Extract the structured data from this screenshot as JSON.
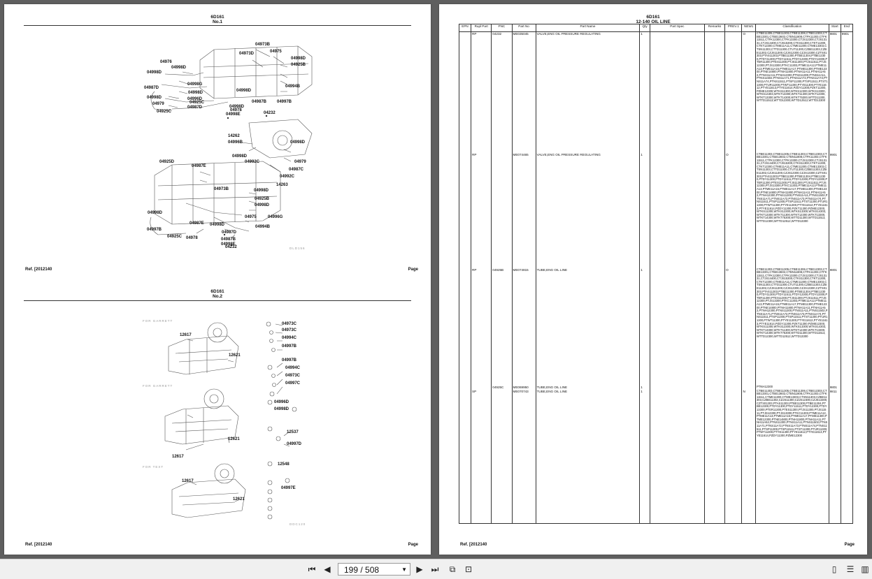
{
  "left_page": {
    "top": {
      "code": "6D161",
      "title": "No.1"
    },
    "bottom": {
      "code": "6D161",
      "title": "No.2"
    },
    "footer_ref": "Ref.   [2012140",
    "footer_page": "Page",
    "diagram1_labels": [
      "04973B",
      "04973D",
      "04975",
      "04998D",
      "04925B",
      "04976",
      "04998D",
      "04998D",
      "04998G",
      "04998D",
      "04996D",
      "04994B",
      "04987D",
      "04998D",
      "04998D",
      "04925C",
      "04987B",
      "04997B",
      "04998D",
      "04979",
      "04987D",
      "04978",
      "04232",
      "04925C",
      "04998E",
      "14262",
      "04996B",
      "04998D",
      "04998D",
      "04992C",
      "04979",
      "04925D",
      "04987E",
      "04987C",
      "04992C",
      "14263",
      "04973B",
      "04998D",
      "04925B",
      "04998D",
      "04998D",
      "04975",
      "04996G",
      "04987E",
      "04998D",
      "04994B",
      "04997B",
      "04987D",
      "04925C",
      "04978",
      "04987B",
      "04998E",
      "04232"
    ],
    "diagram1_note": "DLD156",
    "diagram2_labels": [
      "04973C",
      "04973C",
      "04994C",
      "04997B",
      "12617",
      "12621",
      "04997B",
      "04994C",
      "04973C",
      "04997C",
      "04996D",
      "04998D",
      "12537",
      "12621",
      "04997D",
      "12617",
      "12548",
      "12617",
      "04997E",
      "12621"
    ],
    "diagram2_notes": [
      "FOR GARRETT",
      "FOR GARRETT",
      "FOR TEXT",
      "DDC120"
    ]
  },
  "right_page": {
    "code": "6D161",
    "title": "12-140 OIL LINE",
    "columns": [
      "EPN",
      "Rupl Part",
      "PNC",
      "Part No",
      "Part Name",
      "Qty",
      "Part Spec",
      "Remarks",
      "PREV.1",
      "NEW1",
      "Classification",
      "Start",
      "End"
    ],
    "rows": [
      {
        "epn": "",
        "rupl": "RP",
        "pnc": "04232",
        "part_no": "ME035045",
        "name": "VALVE,ENG OIL PRESSURE REGULATING",
        "qty": "1",
        "spec": "",
        "remarks": "",
        "prev": "",
        "new1": "O",
        "classification": "CTBE11305,CTBE11303,CTBE11306,CTBE12303,CTBE13301,CTBE13602,CTBN11808,CTFK11303,CTFK11511,CTFK12300,CTFK13300,CTJS12300,CTJS13131,CTJS14400,CTJS15300,CTKS11300,CTKT11300,CTKT12300,CTME11A11,CTME11300,CTME13303,CTSN11303,CTTD11300,CTUT11300,CZBE11303,CZBE11302,CZJS11300,CZJS12300,CZJS13300,CZTS01303,PTAS11303,PTBE11300,PTBE11304,PTBE12300,PTDY11300,PTDY11511,PTDY12300,PTDY13300,PTER11300,PTES11300,PTJS11300,PTJS11511,PTJS12300,PTJS13300,PTKC11303,PTME11A12,PTME11A13,PTME11A15,PTME11A17,PTME11300,PTME12300,PTNE14800,PTNH11800,PTNH11A11,PTNH11A52,PTNH11A11,PTNH12300,PTNS11300,PTNS11A11,PTNS11502,PTNS11A71,PTNS11A72,PTNS11A73,PTNS11A74,PTNS11511,PTSP11300,PTSP11511,PTST11300,PTUR11300,PTWT11300,PTYE11300,PTYE11612,PTYE11613,PTYE11614,PZDY11300,PZKT11300,PZME12300,WTKS11300,WTKS12300,WTKS13300,WTKS14303,WTKT13300,WTKT11300,WTKT12300,WTKT13300,WTKT14300,WTKT75300,WTTD11300,WTTD11513,WTTD12300,WTTD12512,WTTD13300",
        "start": "9801",
        "end": "9901"
      },
      {
        "epn": "",
        "rupl": "RP",
        "pnc": "",
        "part_no": "ME074465",
        "name": "VALVE,ENG OIL PRESSURE REGULATING",
        "qty": "1",
        "spec": "",
        "remarks": "",
        "prev": "O",
        "new1": "",
        "classification": "CTBE11303,CTBE11305,CTBE11303,CTBE12303,CTBE13301,CTBE13602,CTBN11808,CTFK11303,CTFK11511,CTFK12300,CTFK13300,CTJS12300,CTJS13131,CTJS14400,CTJS15300,CTKS11300,CTKT11300,CTKT12300,CTME11A11,CTME11300,CTME13303,CTSN11303,CTTD11300,CTUT11300,CZBE11303,CZBE11302,CZJS11300,CZJS12300,CZJS13300,CZTS01303,PTAS11303,PTBE11300,PTBE11304,PTBE12300,PTDY11300,PTDY11511,PTDY12300,PTDY13300,PTER11300,PTES11300,PTJS11300,PTJS11511,PTJS12300,PTJS13300,PTKC11303,PTME11A12,PTME11A13,PTME11A15,PTME11A17,PTME11300,PTME12300,PTNE14800,PTNH11800,PTNH11A11,PTNH11A52,PTNH12300,PTNS11300,PTNS11A11,PTNS11502,PTNS11A71,PTNS11A72,PTNS11A73,PTNS11A74,PTNS11511,PTSP11300,PTSP11511,PTST11300,PTUR11300,PTWT11300,PTYE11300,PTYE11612,PTYE11613,PTYE11614,PZDY11300,PZKT11300,PZME12300,WTKS11300,WTKS12300,WTKS13300,WTKS14303,WTKT13300,WTKT11300,WTKT12300,WTKT13300,WTKT14300,WTKT75300,WTTD11300,WTTD11513,WTTD12300,WTTD12512,WTTD13300",
        "start": "9901",
        "end": ""
      },
      {
        "epn": "",
        "rupl": "RP",
        "pnc": "04925B",
        "part_no": "ME074815",
        "name": "TUBE,ENG OIL LINE",
        "qty": "1",
        "spec": "",
        "remarks": "",
        "prev": "O",
        "new1": "",
        "classification": "CTBE11303,CTBE11305,CTBE11306,CTBE12303,CTBE13301,CTBE13602,CTBN11808,CTFK11303,CTFK11511,CTFK12300,CTFK13300,CTJS12300,CTJS13131,CTJS14400,CTJS15300,CTKS11300,CTKT11300,CTKT12300,CTME11A11,CTME11300,CTME13303,CTSN11303,CTTD11300,CTUT11300,CZBE11303,CZBE11302,CZJS11300,CZJS12300,CZJS13300,CZTS01303,PTAS11303,PTBE11300,PTBE11304,PTBE12300,PTDY11300,PTDY11511,PTDY12300,PTDY13300,PTER11300,PTES11300,PTJS11300,PTJS11511,PTJS12300,PTJS13300,PTKC11303,PTME11A12,PTME11A13,PTME11A15,PTME11A17,PTME11300,PTME12300,PTNE14800,PTNH11800,PTNH11A11,PTNH11A52,PTNH12300,PTNS11300,PTNS11A11,PTNS11502,PTNS11A71,PTNS11A72,PTNS11A73,PTNS11A74,PTNS11511,PTSP11300,PTSP11511,PTST11300,PTUR11300,PTWT11300,PTYE11300,PTYE11612,PTYE11613,PTYE11614,PZDY11300,PZKT11300,PZME12300,WTKS11300,WTKS12300,WTKS13300,WTKS14303,WTKT13300,WTKT11300,WTKT12300,WTKT13300,WTKT14300,WTKT75300,WTTD11300,WTTD11513,WTTD12300,WTTD12512,WTTD13300",
        "start": "9801",
        "end": ""
      },
      {
        "epn": "",
        "rupl": "",
        "pnc": "04925C",
        "part_no": "ME069950",
        "name": "TUBE,ENG OIL LINE",
        "qty": "1",
        "spec": "",
        "remarks": "",
        "prev": "",
        "new1": "",
        "classification": "PTNH12300",
        "start": "9801",
        "end": ""
      },
      {
        "epn": "",
        "rupl": "SP",
        "pnc": "",
        "part_no": "ME070743",
        "name": "TUBE,ENG OIL LINE",
        "qty": "1",
        "spec": "",
        "remarks": "",
        "prev": "",
        "new1": "N",
        "classification": "CTBE11303,CTBE11305,CTBE11306,CTBE12303,CTBE13301,CTBE13602,CTBN11808,CTFK11303,CTFK11511,CTME11300,CTME13303,CTSN11303,CZBE11303,CZBE11302,CZJS11300,CZJS12300,CZJS13300,CZTS01303,PTAS11303,PTBE11300,PTBE11304,PTBE12300,PTDY11300,PTDY11511,PTDY12300,PTDY13300,PTER11300,PTES11300,PTJS11300,PTJS11511,PTJS12300,PTJS13300,PTKC11303,PTME11A12,PTME11A13,PTME11A15,PTME11A17,PTME11300,PTME12300,PTNE14800,PTNH11800,PTNH11A11,PTNH11A52,PTNS11300,PTNS11A11,PTNS11502,PTNS11A71,PTNS11A72,PTNS11A73,PTNS11A74,PTNS11511,PTSP11300,PTSP11511,PTST11300,PTUR11300,PTWT11300,PTYE11300,PTYE11612,PTYE11613,PTYE11614,PZDY11300,PZME12300",
        "start": "9811",
        "end": ""
      }
    ],
    "footer_ref": "Ref.   [2012140",
    "footer_page": "Page"
  },
  "toolbar": {
    "page_display": "199 / 508",
    "first_icon": "first-page-icon",
    "prev_icon": "prev-page-icon",
    "next_icon": "next-page-icon",
    "last_icon": "last-page-icon",
    "copy_icon": "copy-page-icon",
    "fit_icon": "fit-page-icon",
    "single_view_icon": "single-page-icon",
    "scroll_view_icon": "continuous-page-icon",
    "double_view_icon": "double-page-icon"
  }
}
